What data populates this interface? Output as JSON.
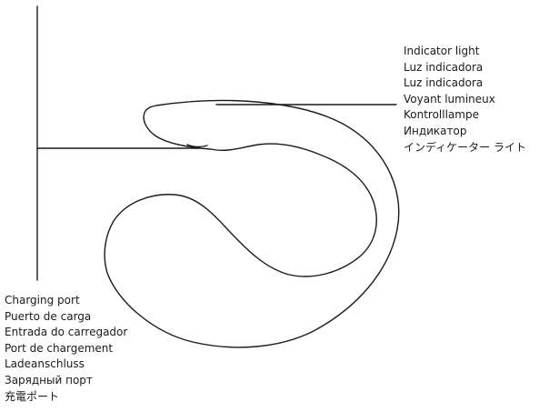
{
  "callouts": {
    "indicator_light": [
      "Indicator light",
      "Luz indicadora",
      "Luz indicadora",
      "Voyant lumineux",
      "Kontrolllampe",
      "Индикатор",
      "インディケーター ライト"
    ],
    "charging_port": [
      "Charging port",
      "Puerto de carga",
      "Entrada do carregador",
      "Port de chargement",
      "Ladeanschluss",
      "Зарядный порт",
      "充電ポート"
    ]
  }
}
